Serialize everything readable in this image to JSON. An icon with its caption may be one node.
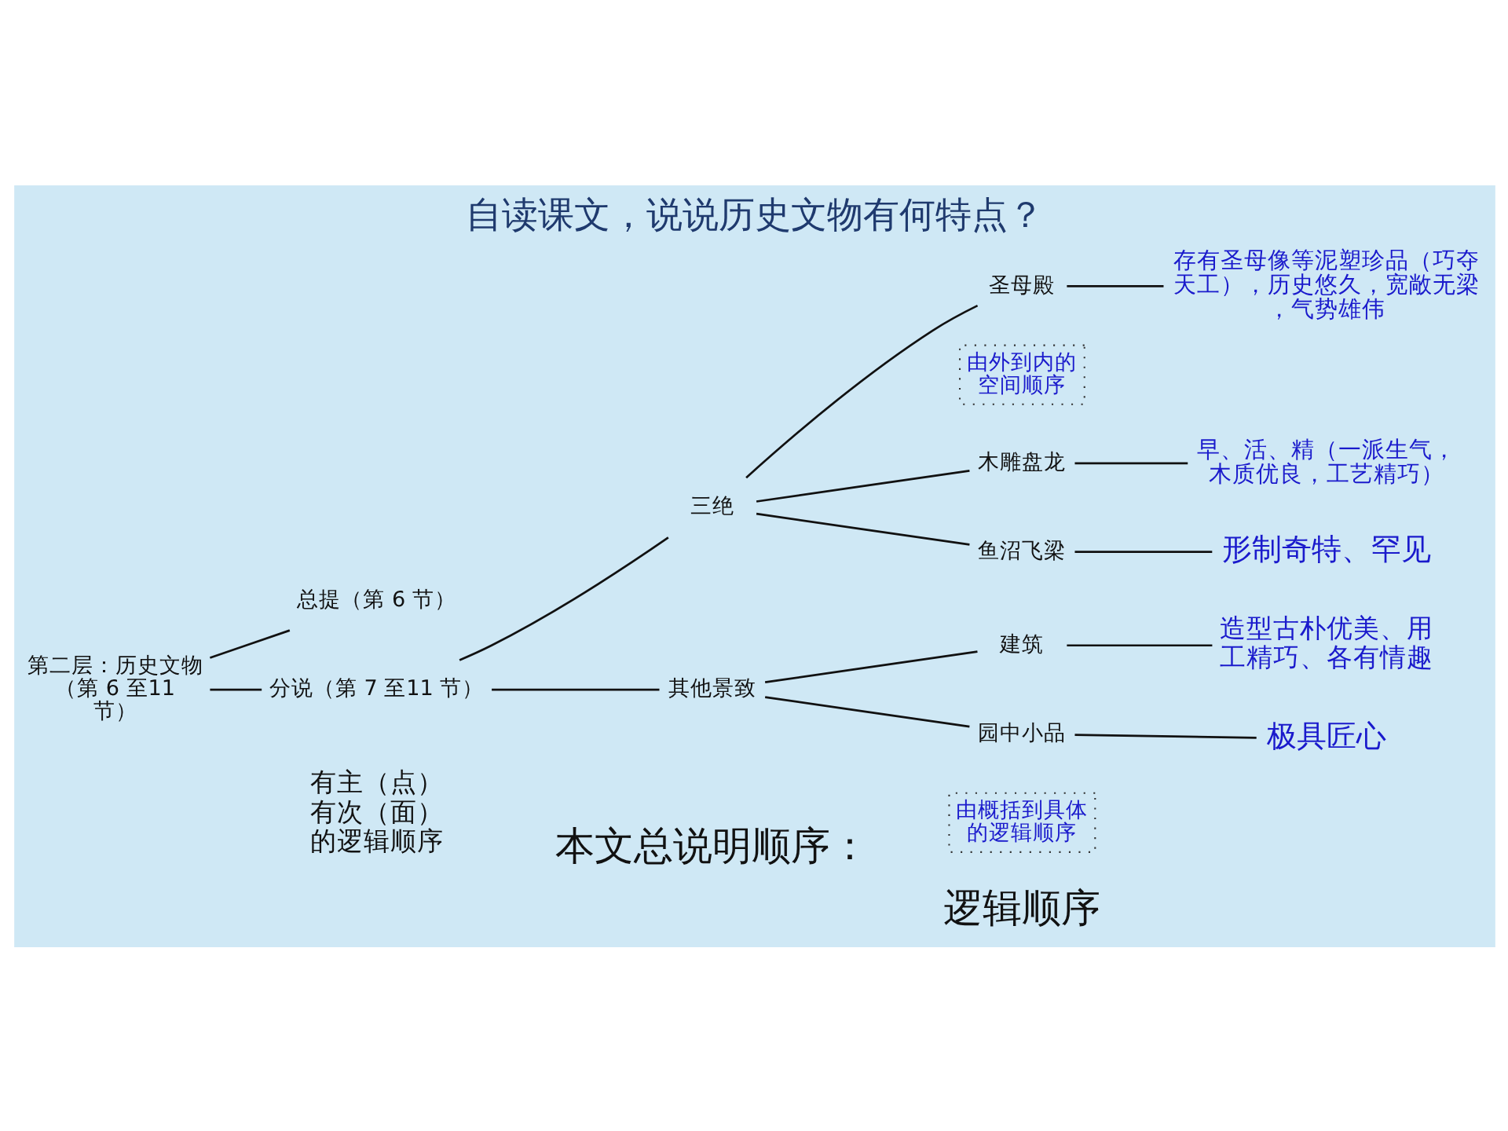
{
  "diagram": {
    "title": "自读课文，说说历史文物有何特点？",
    "nodes": [
      {
        "text": [
          "第二层：历史文物（第 6 至11 节）"
        ]
      },
      {
        "text": [
          "总提（第 6 节）"
        ]
      },
      {
        "text": [
          "分说（第 7 至11 节）"
        ]
      },
      {
        "text": [
          "三绝"
        ]
      },
      {
        "text": [
          "其他景致"
        ]
      },
      {
        "text": [
          "圣母殿"
        ]
      },
      {
        "text": [
          "木雕盘龙"
        ]
      },
      {
        "text": [
          "鱼沼飞梁"
        ]
      },
      {
        "text": [
          "存有圣母像等泥塑珍品（巧夺天工），历史悠久，宽敞无梁，气势雄伟"
        ]
      },
      {
        "text": [
          "早、活、精（一派生气，木质优良，工艺精巧）"
        ]
      },
      {
        "text": [
          "形制奇特、罕见"
        ]
      },
      {
        "text": [
          "建筑"
        ]
      },
      {
        "text": [
          "园中小品"
        ]
      },
      {
        "text": [
          "造型古朴优美、用工精巧、各有情趣"
        ]
      },
      {
        "text": [
          "极具匠心"
        ]
      },
      {
        "text": [
          "由外到内的空间顺序"
        ]
      },
      {
        "text": [
          "由概括到具体的逻辑顺序"
        ]
      }
    ],
    "edges": [
      {
        "from": 0,
        "to": 1,
        "arrow": "none"
      },
      {
        "from": 0,
        "to": 2,
        "arrow": "none"
      },
      {
        "from": 2,
        "to": 3,
        "arrow": "none"
      },
      {
        "from": 2,
        "to": 4,
        "arrow": "none"
      },
      {
        "from": 3,
        "to": 5,
        "arrow": "none"
      },
      {
        "from": 3,
        "to": 6,
        "arrow": "none"
      },
      {
        "from": 3,
        "to": 7,
        "arrow": "none"
      },
      {
        "from": 5,
        "to": 8,
        "arrow": "none"
      },
      {
        "from": 6,
        "to": 9,
        "arrow": "none"
      },
      {
        "from": 7,
        "to": 10,
        "arrow": "none"
      },
      {
        "from": 4,
        "to": 11,
        "arrow": "none"
      },
      {
        "from": 4,
        "to": 12,
        "arrow": "none"
      },
      {
        "from": 11,
        "to": 13,
        "arrow": "none"
      },
      {
        "from": 12,
        "to": 14,
        "arrow": "none"
      }
    ],
    "labels": [
      "有主（点）有次（面）的逻辑顺序",
      "本文总说明顺序：",
      "逻辑顺序"
    ]
  }
}
